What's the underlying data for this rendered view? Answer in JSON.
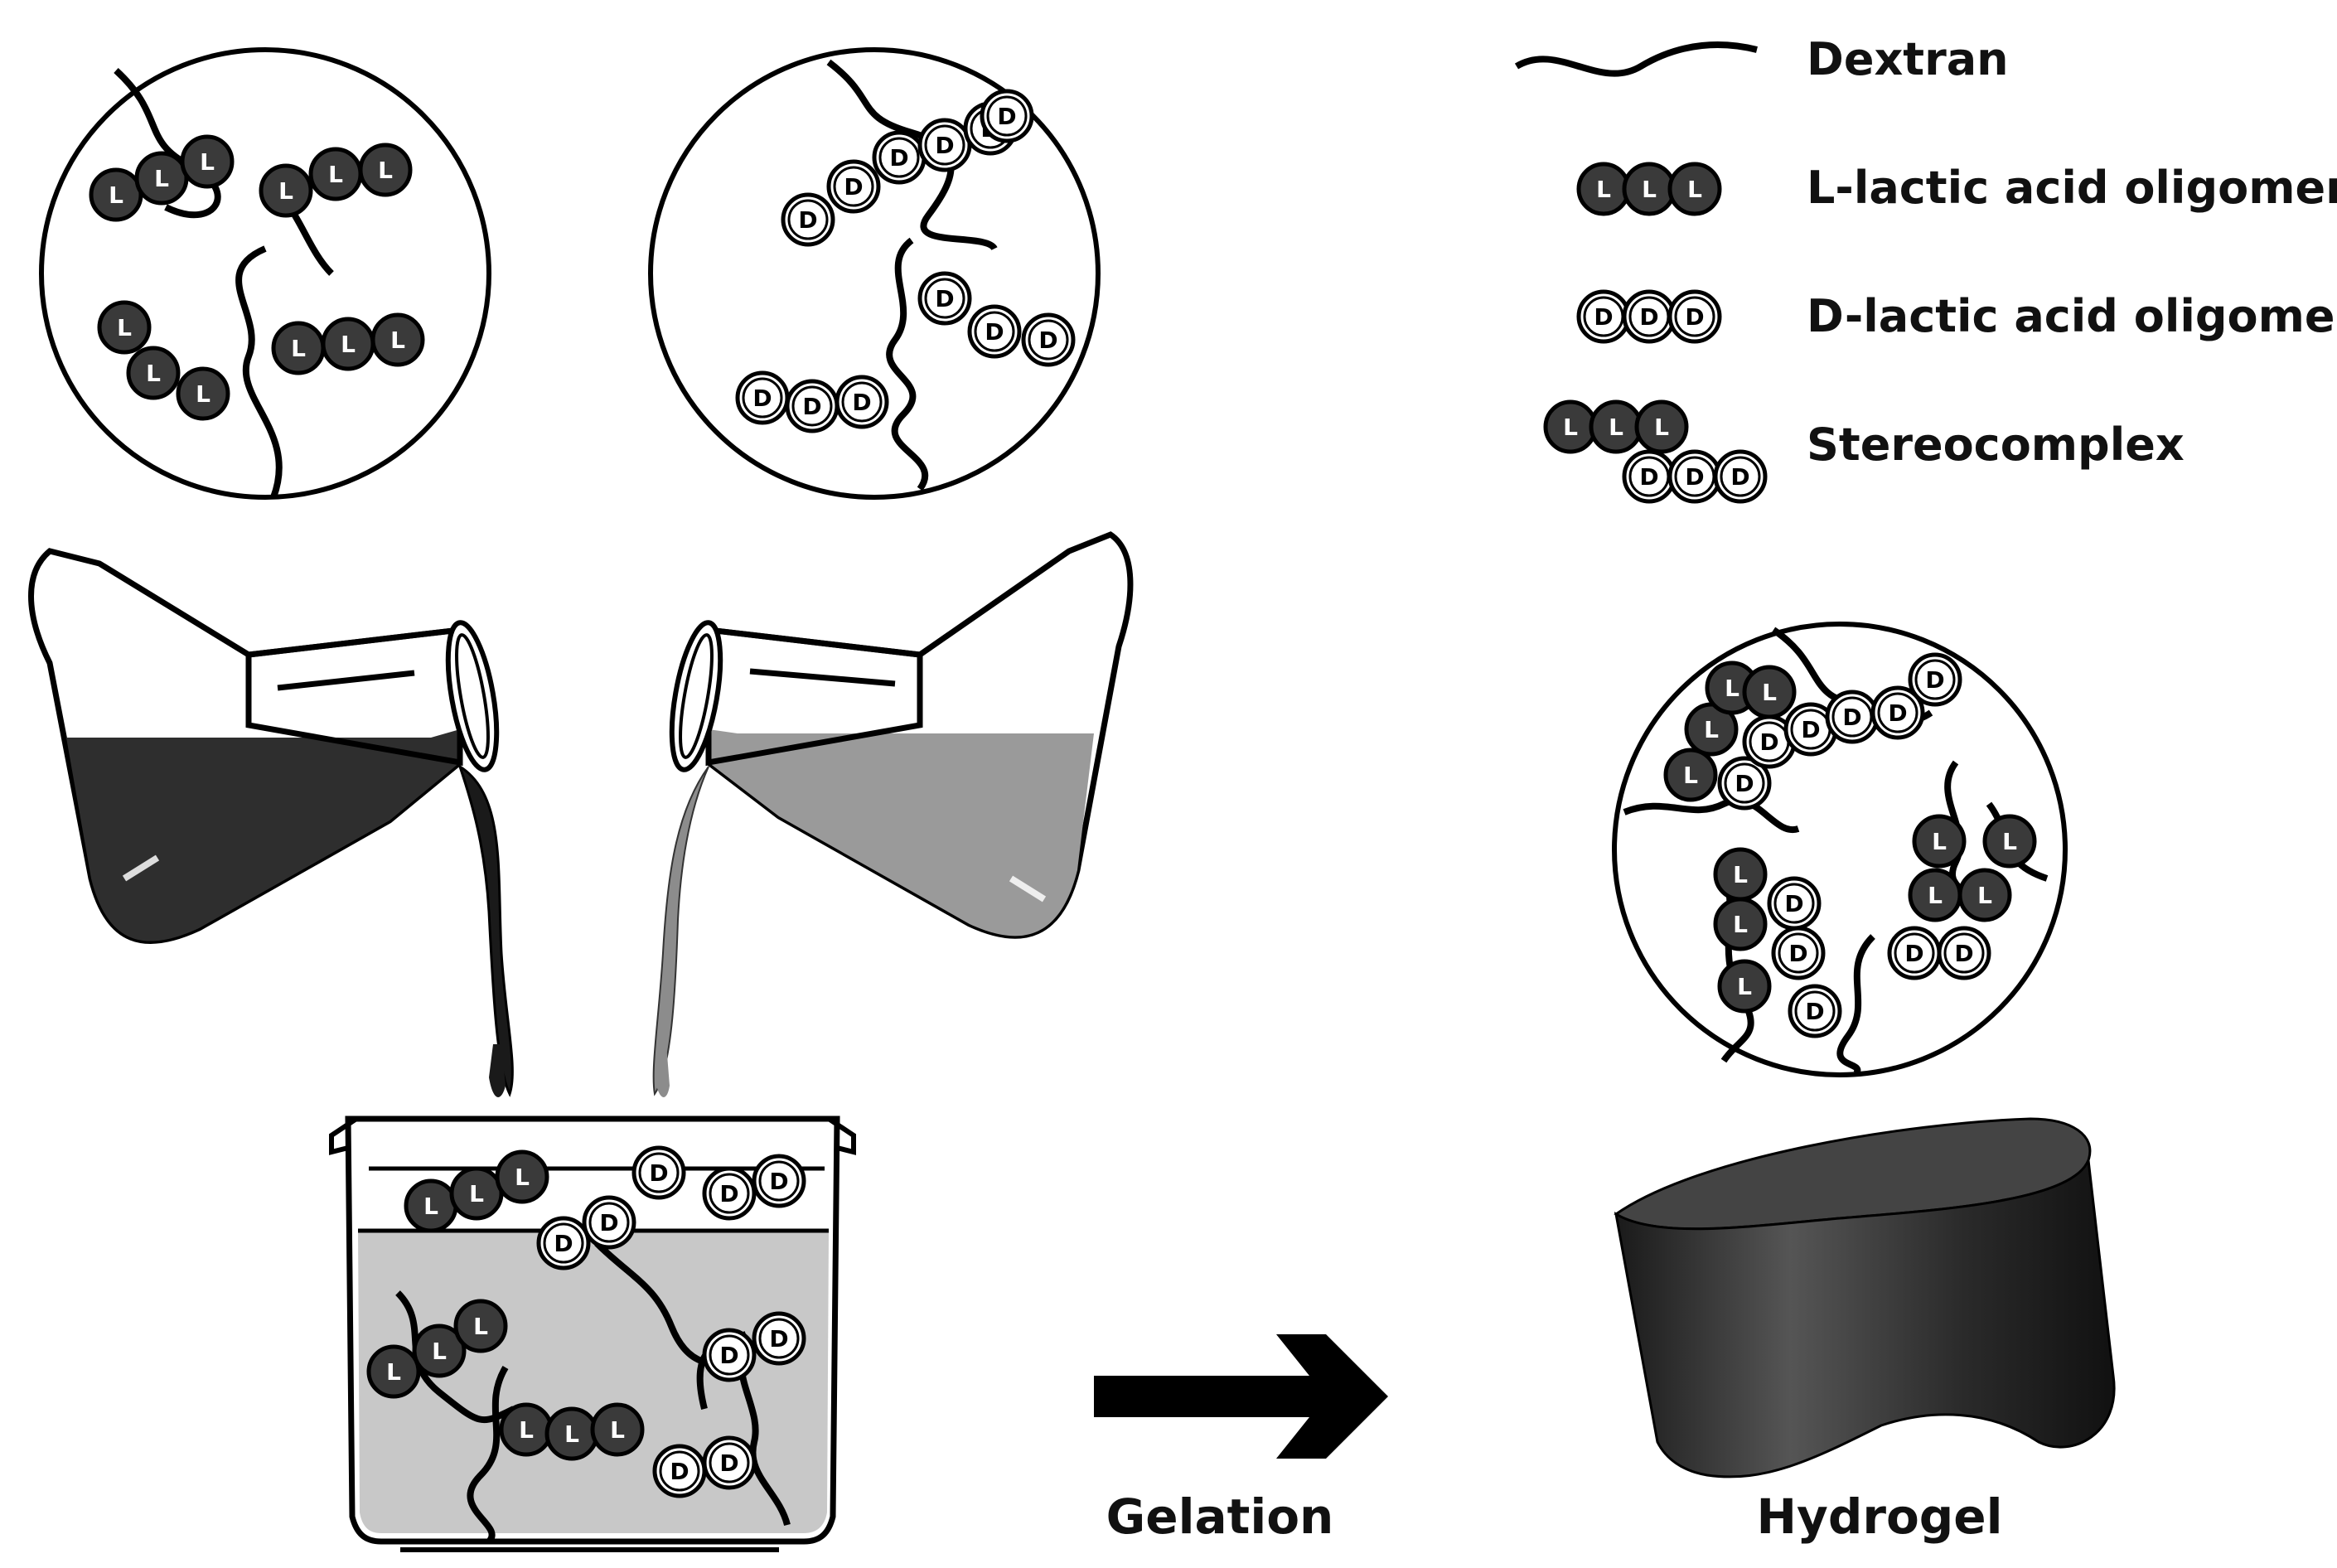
{
  "legend": {
    "dextran": "Dextran",
    "l_oligomer": "L-lactic acid oligomer",
    "d_oligomer": "D-lactic acid oligomer",
    "stereocomplex": "Stereocomplex"
  },
  "bead_letters": {
    "l": "L",
    "d": "D"
  },
  "labels": {
    "gelation": "Gelation",
    "hydrogel": "Hydrogel"
  },
  "colors": {
    "l_bead": "#3a3a3a",
    "d_bead": "#ffffff",
    "dark_liquid": "#2e2e2e",
    "light_liquid": "#9a9a9a",
    "beaker_liquid": "#c8c8c8",
    "hydrogel": "#2a2a2a"
  }
}
